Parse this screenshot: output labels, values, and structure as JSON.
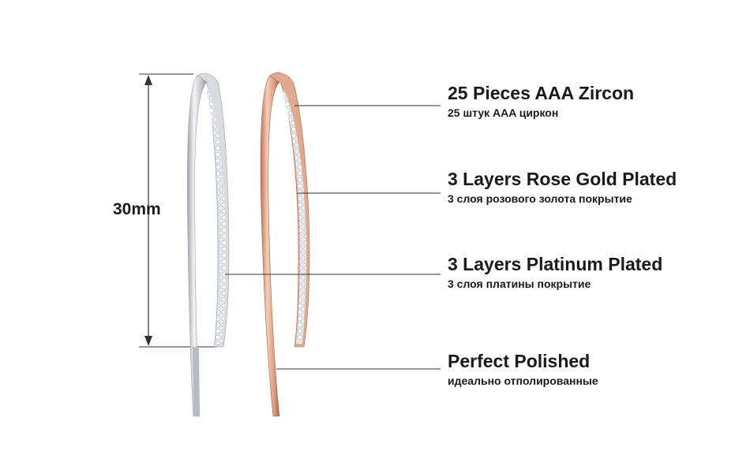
{
  "dimension": {
    "text": "30mm"
  },
  "features": [
    {
      "title": "25 Pieces AAA Zircon",
      "subtitle": "25 штук AAA циркон"
    },
    {
      "title": "3 Layers Rose Gold Plated",
      "subtitle": "3 слоя розового золота покрытие"
    },
    {
      "title": "3 Layers Platinum Plated",
      "subtitle": "3 слоя платины покрытие"
    },
    {
      "title": "Perfect Polished",
      "subtitle": "идеально отполированные"
    }
  ],
  "colors": {
    "silver": "#c9ccd1",
    "rose_gold": "#d9a085",
    "text": "#1a1a1a",
    "line": "#333333"
  }
}
